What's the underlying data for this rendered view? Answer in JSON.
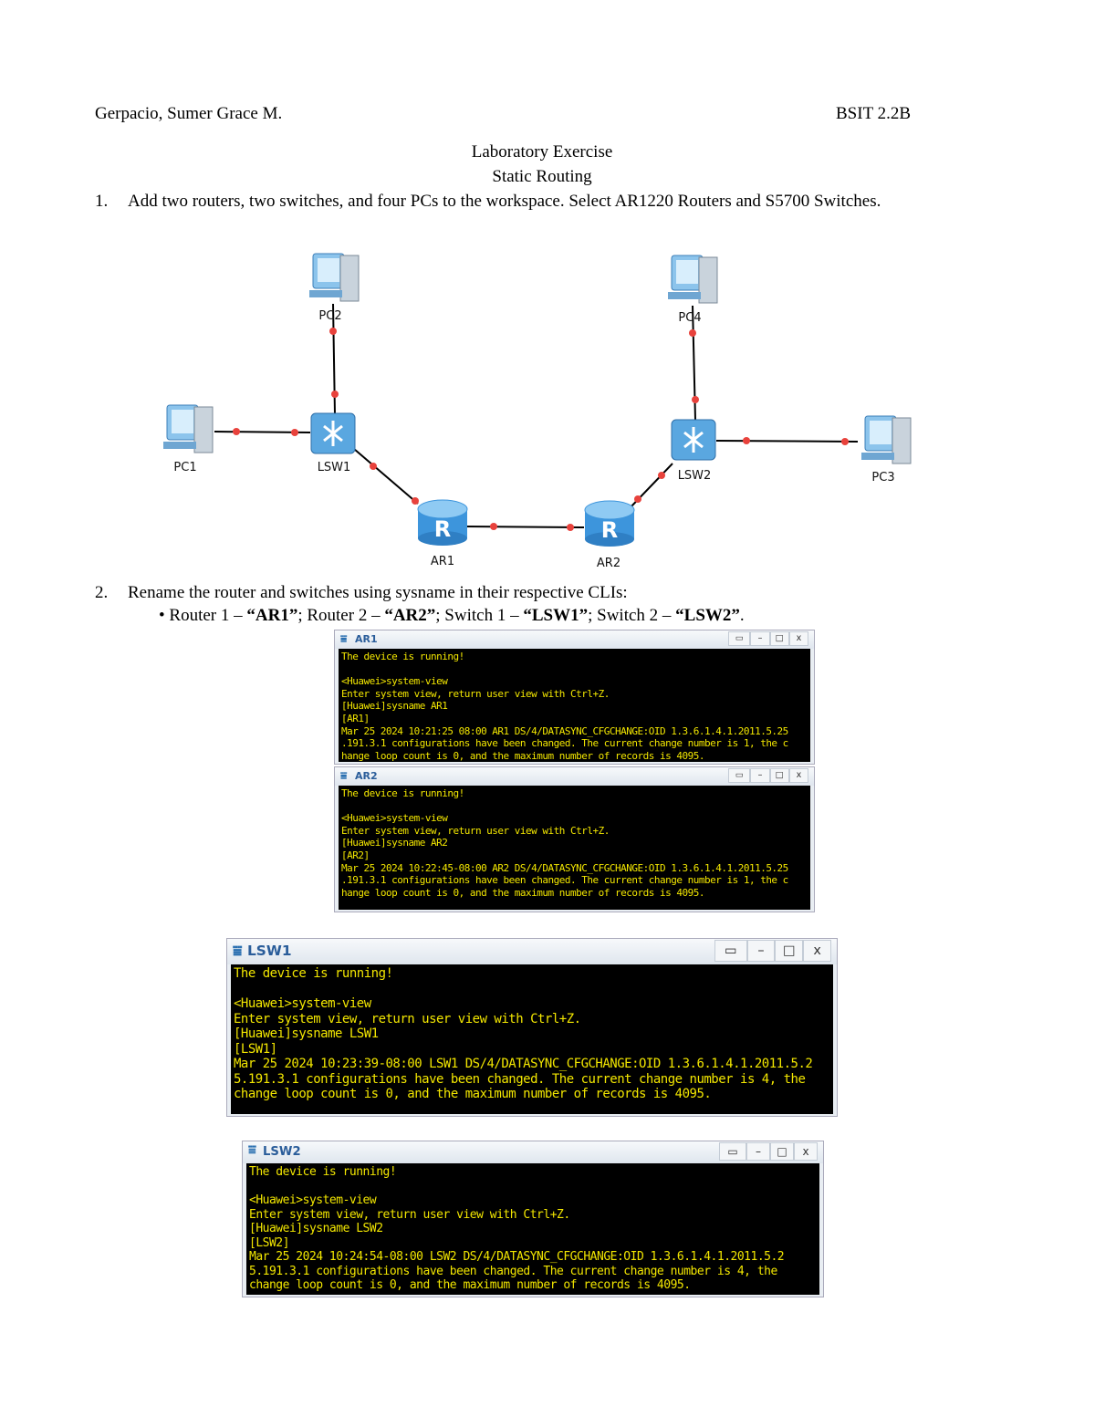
{
  "header": {
    "name": "Gerpacio, Sumer Grace M.",
    "section": "BSIT 2.2B"
  },
  "title": "Laboratory Exercise",
  "subtitle": "Static Routing",
  "step1": {
    "num": "1.",
    "text": "Add two routers, two switches, and four PCs to the workspace. Select AR1220 Routers and S5700 Switches."
  },
  "topology": {
    "nodes": {
      "pc1": "PC1",
      "pc2": "PC2",
      "pc3": "PC3",
      "pc4": "PC4",
      "lsw1": "LSW1",
      "lsw2": "LSW2",
      "ar1": "AR1",
      "ar2": "AR2"
    },
    "router_glyph": "R",
    "link_color": "#000000",
    "port_color": "#e8423c"
  },
  "step2": {
    "num": "2.",
    "text": "Rename the router and switches using sysname in their respective CLIs:",
    "bullet": "•",
    "p1": "Router 1 – ",
    "v1": "“AR1”",
    "p2": "; Router 2 – ",
    "v2": "“AR2”",
    "p3": "; Switch 1 – ",
    "v3": "“LSW1”",
    "p4": "; Switch 2 – ",
    "v4": "“LSW2”",
    "p5": "."
  },
  "terminals": [
    {
      "title": "AR1",
      "lines": [
        "The device is running!",
        "",
        "<Huawei>system-view",
        "Enter system view, return user view with Ctrl+Z.",
        "[Huawei]sysname AR1",
        "[AR1]",
        "Mar 25 2024 10:21:25 08:00 AR1 DS/4/DATASYNC_CFGCHANGE:OID 1.3.6.1.4.1.2011.5.25",
        ".191.3.1 configurations have been changed. The current change number is 1, the c",
        "hange loop count is 0, and the maximum number of records is 4095."
      ]
    },
    {
      "title": "AR2",
      "lines": [
        "The device is running!",
        "",
        "<Huawei>system-view",
        "Enter system view, return user view with Ctrl+Z.",
        "[Huawei]sysname AR2",
        "[AR2]",
        "Mar 25 2024 10:22:45-08:00 AR2 DS/4/DATASYNC_CFGCHANGE:OID 1.3.6.1.4.1.2011.5.25",
        ".191.3.1 configurations have been changed. The current change number is 1, the c",
        "hange loop count is 0, and the maximum number of records is 4095."
      ]
    },
    {
      "title": "LSW1",
      "lines": [
        "The device is running!",
        "",
        "<Huawei>system-view",
        "Enter system view, return user view with Ctrl+Z.",
        "[Huawei]sysname LSW1",
        "[LSW1]",
        "Mar 25 2024 10:23:39-08:00 LSW1 DS/4/DATASYNC_CFGCHANGE:OID 1.3.6.1.4.1.2011.5.2",
        "5.191.3.1 configurations have been changed. The current change number is 4, the",
        "change loop count is 0, and the maximum number of records is 4095."
      ]
    },
    {
      "title": "LSW2",
      "lines": [
        "The device is running!",
        "",
        "<Huawei>system-view",
        "Enter system view, return user view with Ctrl+Z.",
        "[Huawei]sysname LSW2",
        "[LSW2]",
        "Mar 25 2024 10:24:54-08:00 LSW2 DS/4/DATASYNC_CFGCHANGE:OID 1.3.6.1.4.1.2011.5.2",
        "5.191.3.1 configurations have been changed. The current change number is 4, the",
        "change loop count is 0, and the maximum number of records is 4095."
      ]
    }
  ],
  "window_buttons": {
    "restore": "▭",
    "minimize": "–",
    "maximize": "□",
    "close": "x"
  }
}
